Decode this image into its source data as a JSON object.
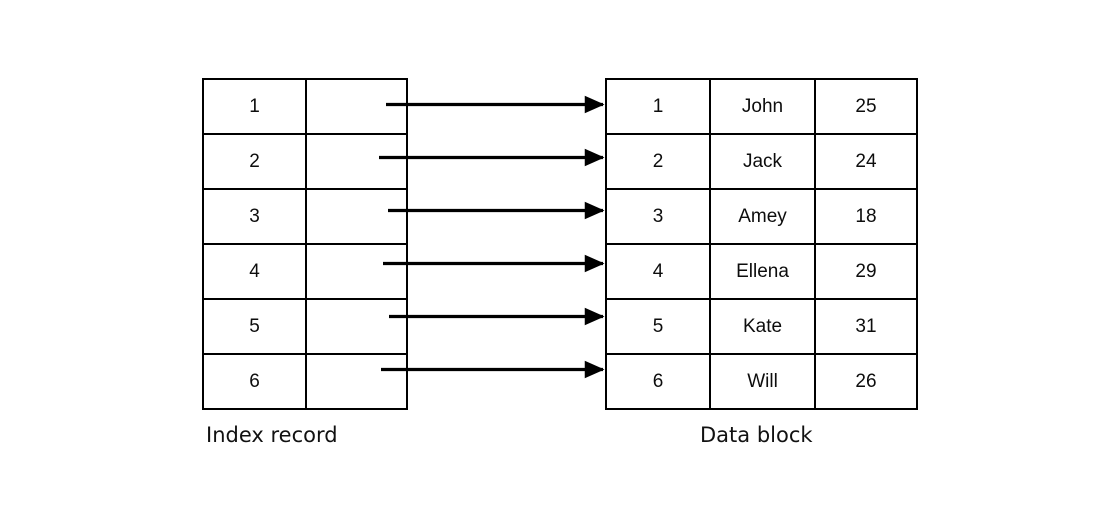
{
  "diagram": {
    "background_color": "#ffffff",
    "line_color": "#000000",
    "text_color": "#0d0d0d"
  },
  "index_record": {
    "caption": "Index record",
    "rows": [
      {
        "key": "1",
        "pointer": ""
      },
      {
        "key": "2",
        "pointer": ""
      },
      {
        "key": "3",
        "pointer": ""
      },
      {
        "key": "4",
        "pointer": ""
      },
      {
        "key": "5",
        "pointer": ""
      },
      {
        "key": "6",
        "pointer": ""
      }
    ]
  },
  "data_block": {
    "caption": "Data block",
    "rows": [
      {
        "id": "1",
        "name": "John",
        "age": "25"
      },
      {
        "id": "2",
        "name": "Jack",
        "age": "24"
      },
      {
        "id": "3",
        "name": "Amey",
        "age": "18"
      },
      {
        "id": "4",
        "name": "Ellena",
        "age": "29"
      },
      {
        "id": "5",
        "name": "Kate",
        "age": "31"
      },
      {
        "id": "6",
        "name": "Will",
        "age": "26"
      }
    ]
  },
  "arrows": {
    "count": 6,
    "description": "pointer from each index record entry to its data block record"
  }
}
